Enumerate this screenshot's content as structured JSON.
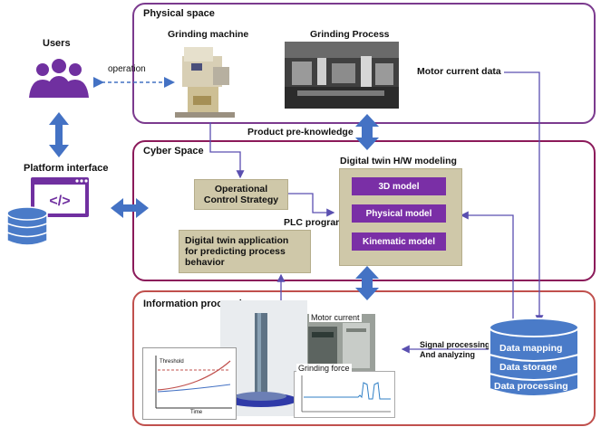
{
  "users": {
    "label": "Users",
    "operation_label": "operation"
  },
  "platform": {
    "label": "Platform interface"
  },
  "physical": {
    "title": "Physical space",
    "machine_label": "Grinding machine",
    "process_label": "Grinding Process",
    "motor_label": "Motor current data"
  },
  "knowledge_label": "Product pre-knowledge",
  "cyber": {
    "title": "Cyber Space",
    "control_strategy": "Operational\nControl Strategy",
    "application": "Digital twin application\nfor predicting process\nbehavior",
    "plc_label": "PLC program",
    "twin_title": "Digital twin H/W modeling",
    "models": [
      "3D model",
      "Physical model",
      "Kinematic model"
    ]
  },
  "info": {
    "title": "Information processing",
    "motor_current_caption": "Motor current",
    "grinding_force_caption": "Grinding force",
    "threshold_caption": "Threshold",
    "time_caption": "Time",
    "signal_label": "Signal processing\nAnd analyzing",
    "db_items": [
      "Data mapping",
      "Data storage",
      "Data processing"
    ]
  },
  "colors": {
    "physical_border": "#7b3a8e",
    "cyber_border": "#8b1a5a",
    "info_border": "#c0504d",
    "arrow_blue": "#4472c4",
    "arrow_purple": "#5a4fb0",
    "tan": "#cfc8a9",
    "model_purple": "#7a2fa6",
    "db_blue": "#4a7bc8"
  }
}
